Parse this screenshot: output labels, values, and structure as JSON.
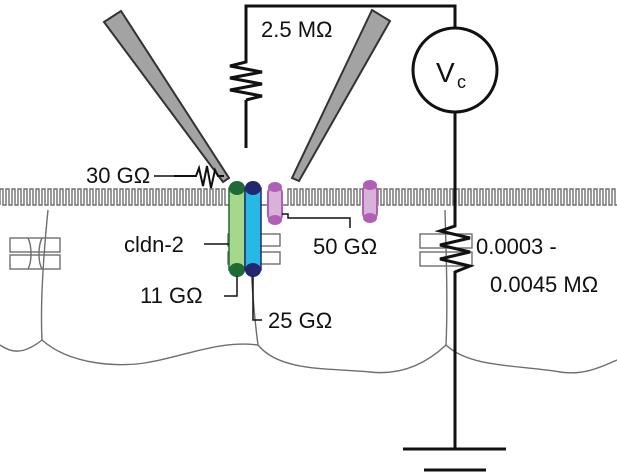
{
  "labels": {
    "r_top": "2.5 MΩ",
    "vc_letter": "V",
    "vc_sub": "c",
    "r_electrode": "30 GΩ",
    "r_purple": "50 GΩ",
    "cldn": "cldn-2",
    "r_green": "11 GΩ",
    "r_blue": "25 GΩ",
    "r_epi_line1": "0.0003 -",
    "r_epi_line2": "0.0045 MΩ"
  },
  "colors": {
    "ink": "#111111",
    "cell_outline": "#6e6e6e",
    "electrode_fill": "#a3a3a3",
    "channel_green": "#a6d88c",
    "channel_green_cap": "#1f6b36",
    "channel_blue": "#27b8e6",
    "channel_blue_cap": "#23286e",
    "channel_purple": "#b060b4",
    "channel_purple_fill": "#d9b2da"
  }
}
